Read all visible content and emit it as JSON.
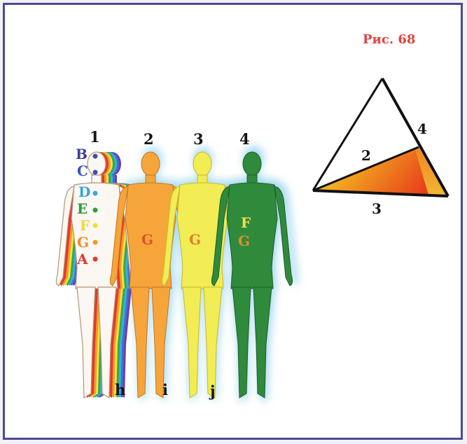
{
  "figure_title": "Рис. 68",
  "figure_numbers": [
    "1",
    "2",
    "3",
    "4"
  ],
  "bottom_labels": [
    "h",
    "i",
    "j"
  ],
  "triangle_labels": {
    "inner": "2",
    "side": "4",
    "base": "3"
  },
  "chakra_letters": [
    "B",
    "C",
    "D",
    "E",
    "F",
    "G",
    "A"
  ],
  "body_letters": {
    "body2": "G",
    "body3": "G",
    "body4_upper": "F",
    "body4_lower": "G"
  },
  "colors": {
    "frame": "#4b4a94",
    "title": "#e4413a",
    "body1": "#fbf7f2",
    "body2": "#f6a53b",
    "body3": "#f2ec55",
    "body4": "#2f8a3c",
    "aura": "#8fd3f0"
  }
}
